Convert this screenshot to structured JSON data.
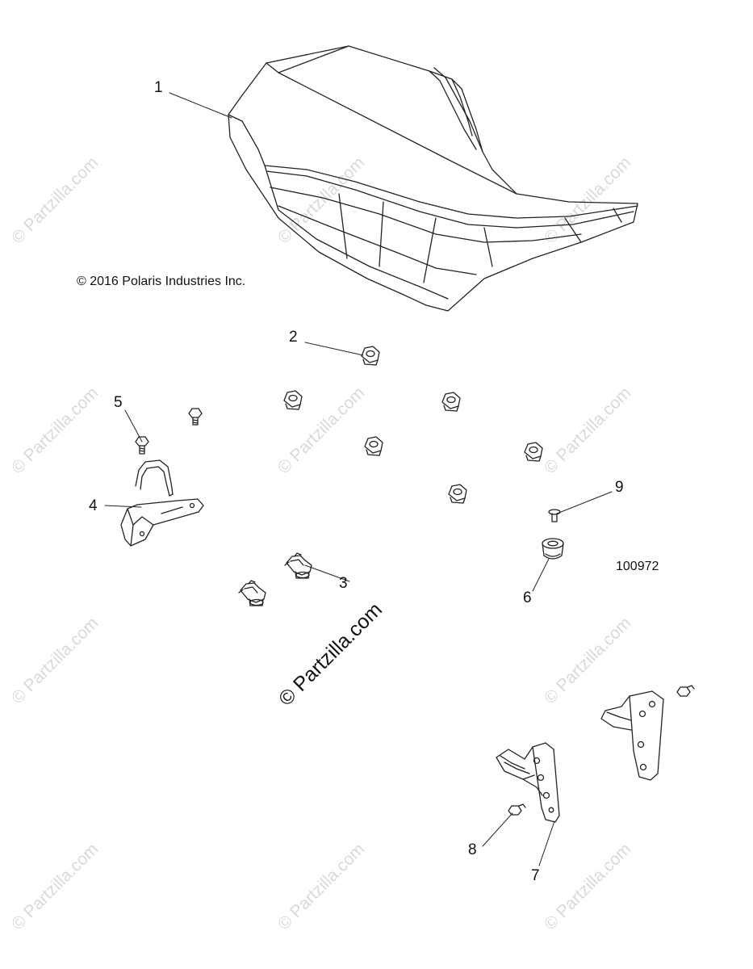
{
  "copyright": "© 2016 Polaris Industries Inc.",
  "diagram_id": "100972",
  "watermark": "© Partzilla.com",
  "callouts": [
    "1",
    "2",
    "3",
    "4",
    "5",
    "6",
    "7",
    "8",
    "9"
  ]
}
